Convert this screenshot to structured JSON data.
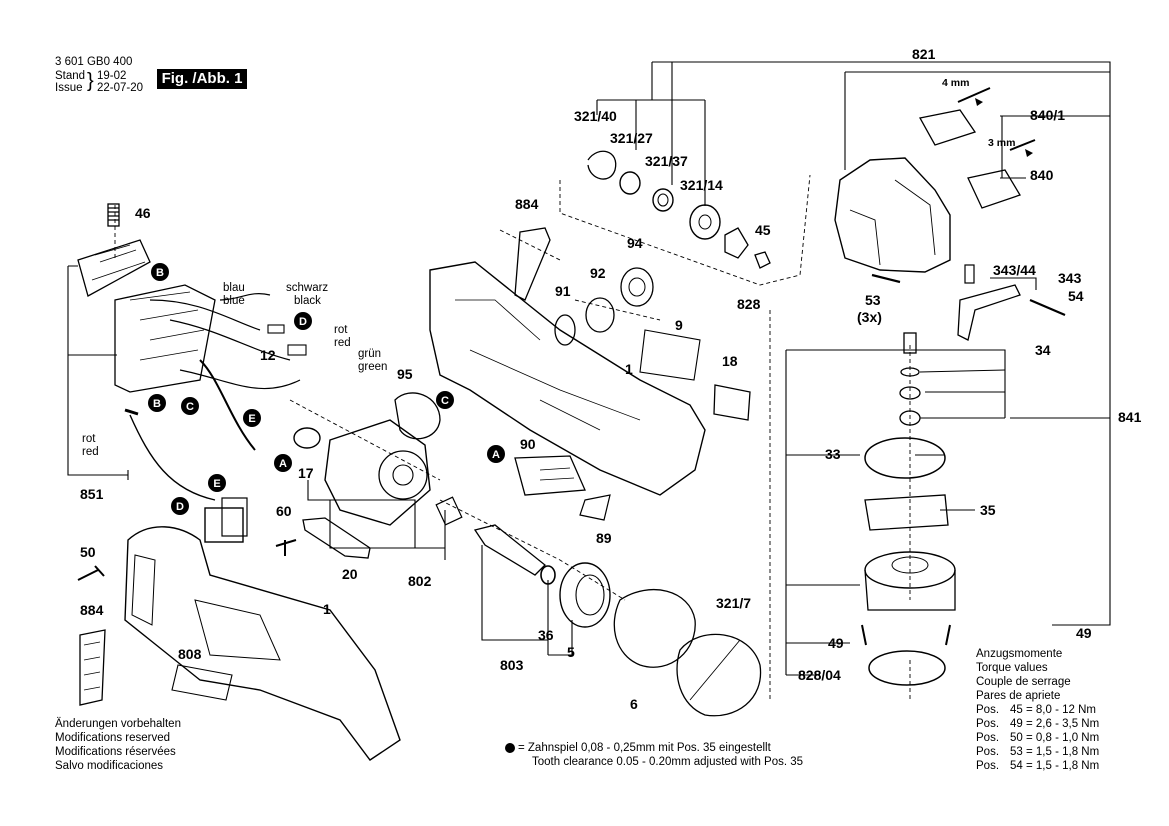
{
  "header": {
    "doc_number": "3 601 GB0 400",
    "stand_label": "Stand",
    "issue_label": "Issue",
    "stand_date": "19-02",
    "issue_date": "22-07-20",
    "figure_label": "Fig. /Abb. 1"
  },
  "part_labels": {
    "p46": "46",
    "p12": "12",
    "p17": "17",
    "p851": "851",
    "p50": "50",
    "p60": "60",
    "p20": "20",
    "p802": "802",
    "p884a": "884",
    "p884b": "884",
    "p808": "808",
    "p1a": "1",
    "p1b": "1",
    "p95": "95",
    "p90": "90",
    "p89": "89",
    "p36": "36",
    "p5": "5",
    "p803": "803",
    "p6": "6",
    "p321_40": "321/40",
    "p321_27": "321/27",
    "p321_37": "321/37",
    "p321_14": "321/14",
    "p45": "45",
    "p94": "94",
    "p92": "92",
    "p91": "91",
    "p828": "828",
    "p9": "9",
    "p18": "18",
    "p321_7": "321/7",
    "p821": "821",
    "p840_1": "840/1",
    "p840": "840",
    "p53": "53",
    "p3x": "(3x)",
    "p343_44": "343/44",
    "p343": "343",
    "p54": "54",
    "p34": "34",
    "p841": "841",
    "p33": "33",
    "p35": "35",
    "p49a": "49",
    "p49b": "49",
    "p828_04": "828/04"
  },
  "dimensions": {
    "d4mm": "4 mm",
    "d3mm": "3 mm"
  },
  "wire_labels": {
    "blau": "blau",
    "blue": "blue",
    "schwarz": "schwarz",
    "black": "black",
    "rot1": "rot",
    "red1": "red",
    "gruen": "grün",
    "green": "green",
    "rot2": "rot",
    "red2": "red"
  },
  "connectors": [
    "B",
    "B",
    "C",
    "C",
    "D",
    "D",
    "E",
    "E",
    "A",
    "A"
  ],
  "footnote": {
    "line1": "=  Zahnspiel 0,08 - 0,25mm mit Pos. 35 eingestellt",
    "line2": "Tooth clearance 0.05 - 0.20mm adjusted with Pos. 35"
  },
  "disclaimer": [
    "Änderungen vorbehalten",
    "Modifications reserved",
    "Modifications réservées",
    "Salvo modificaciones"
  ],
  "torque": {
    "titles": [
      "Anzugsmomente",
      "Torque values",
      "Couple de serrage",
      "Pares de apriete"
    ],
    "rows": [
      {
        "pos": "Pos.",
        "val": "45 = 8,0 - 12  Nm"
      },
      {
        "pos": "Pos.",
        "val": "49 = 2,6 - 3,5 Nm"
      },
      {
        "pos": "Pos.",
        "val": "50 = 0,8 - 1,0 Nm"
      },
      {
        "pos": "Pos.",
        "val": "53 = 1,5 - 1,8 Nm"
      },
      {
        "pos": "Pos.",
        "val": "54 = 1,5 - 1,8 Nm"
      }
    ]
  }
}
